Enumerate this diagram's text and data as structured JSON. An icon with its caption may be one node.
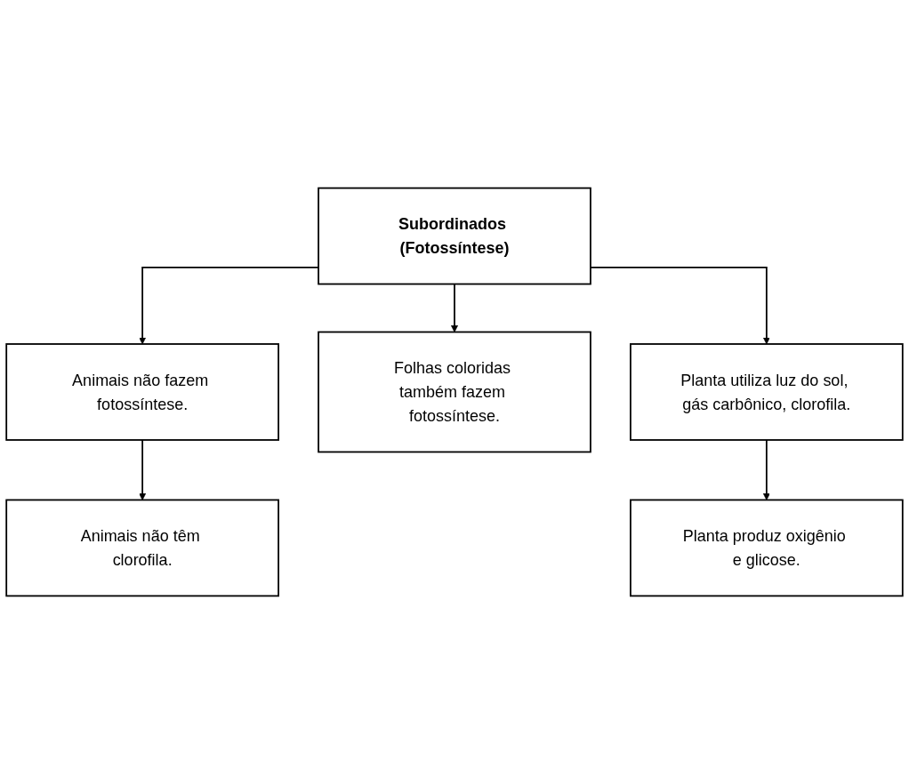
{
  "diagram": {
    "nodes": [
      {
        "text": [
          "Subordinados (Fotossíntese)"
        ]
      },
      {
        "text": [
          "Animais não fazem fotossíntese."
        ]
      },
      {
        "text": [
          "Folhas coloridas também fazem fotossíntese."
        ]
      },
      {
        "text": [
          "Planta utiliza luz do sol, gás carbônico, clorofila."
        ]
      },
      {
        "text": [
          "Animais não têm clorofila."
        ]
      },
      {
        "text": [
          "Planta produz oxigênio e glicose."
        ]
      }
    ],
    "edges": [
      {
        "from": 0,
        "to": 1,
        "arrow": "to"
      },
      {
        "from": 0,
        "to": 2,
        "arrow": "to"
      },
      {
        "from": 0,
        "to": 3,
        "arrow": "to"
      },
      {
        "from": 1,
        "to": 4,
        "arrow": "to"
      },
      {
        "from": 3,
        "to": 5,
        "arrow": "to"
      }
    ]
  }
}
